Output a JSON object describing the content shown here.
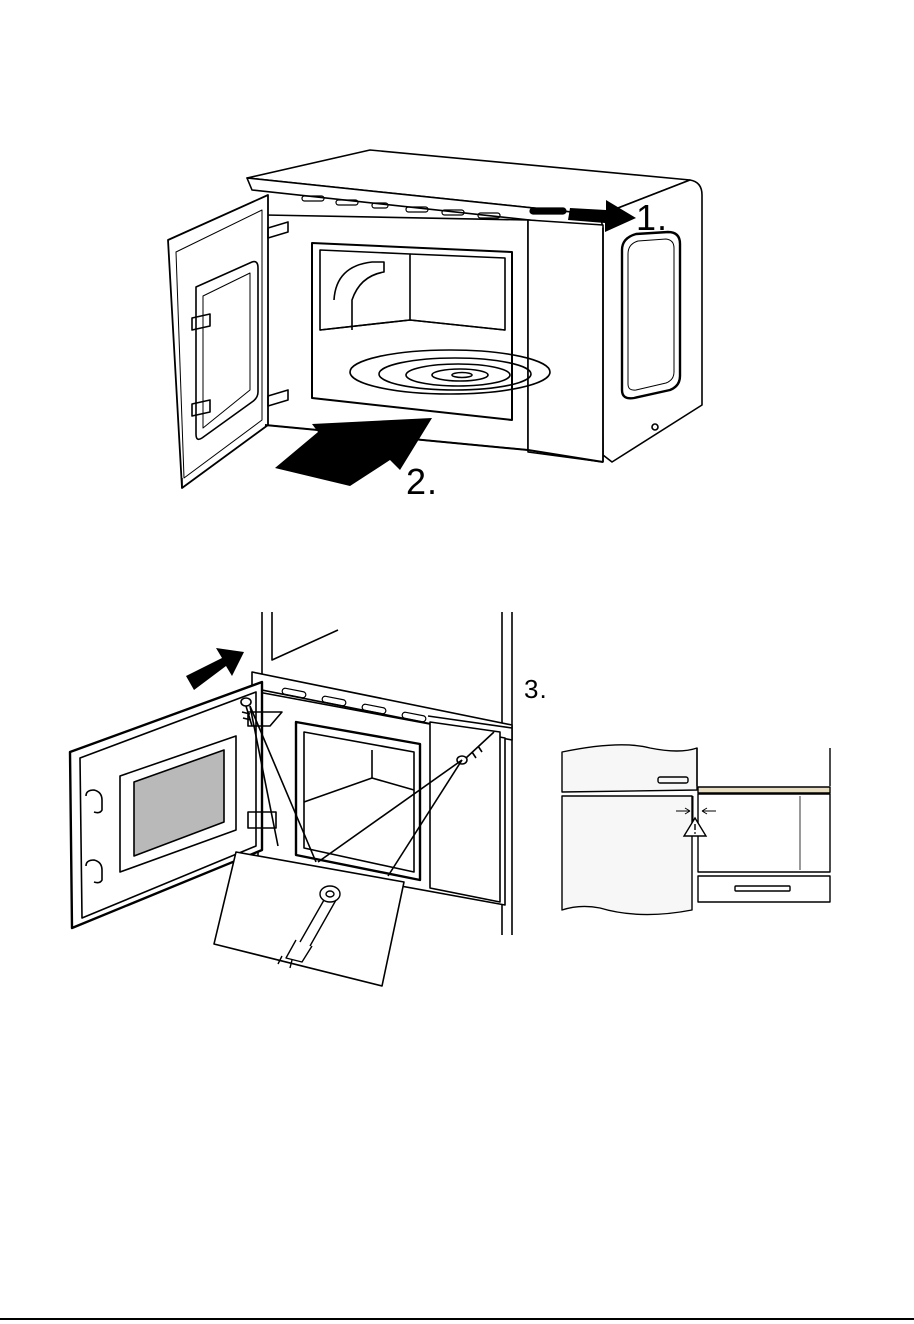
{
  "steps": {
    "step1": "1.",
    "step2": "2.",
    "step3": "3."
  },
  "colors": {
    "ink": "#000000",
    "glass": "#b9b9b9",
    "panel": "#f2f2f2",
    "trim": "#e8dcc0"
  },
  "icons": {
    "arrow": "arrow-icon",
    "warning": "warning-triangle-icon",
    "screw": "screw-icon",
    "screwdriver": "screwdriver-icon"
  }
}
